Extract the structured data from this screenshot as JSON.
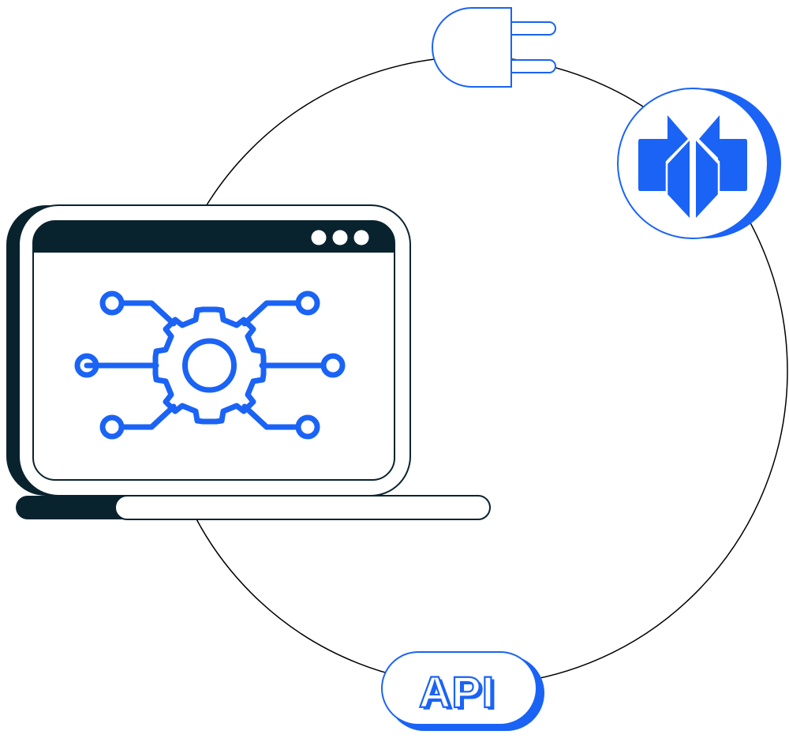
{
  "badge": {
    "api_label": "API"
  },
  "window": {
    "control_dots": [
      "dot-1",
      "dot-2",
      "dot-3"
    ]
  },
  "icons": {
    "plug": "plug-icon",
    "logo": "brand-logo-icon",
    "gear": "gear-circuit-icon"
  },
  "colors": {
    "accent": "#1a63f5",
    "dark": "#09232e",
    "background": "#ffffff",
    "line": "#000000"
  }
}
